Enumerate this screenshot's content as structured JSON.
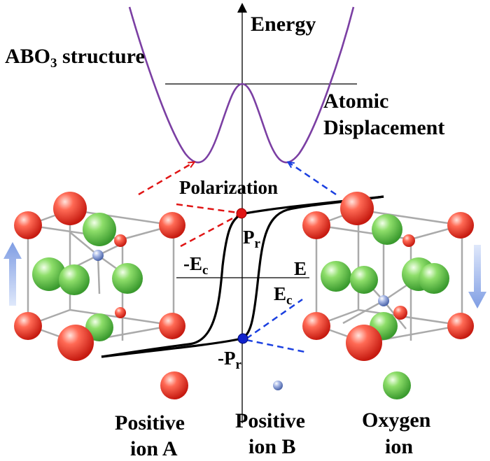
{
  "energy_curve": {
    "y_axis_label": "Energy",
    "x_axis_label_line1": "Atomic",
    "x_axis_label_line2": "Displacement"
  },
  "structure_title": {
    "main": "ABO",
    "subscript": "3",
    "rest": " structure"
  },
  "hysteresis": {
    "y_axis_label": "Polarization",
    "x_axis_label": "E",
    "remanent_pos": {
      "main": "P",
      "sub": "r"
    },
    "remanent_neg": {
      "main": "-P",
      "sub": "r"
    },
    "coercive_neg": {
      "main": "-E",
      "sub": "c"
    },
    "coercive_pos": {
      "main": "E",
      "sub": "c"
    }
  },
  "legend": [
    {
      "line1": "Positive",
      "line2": "ion A",
      "color": "#e8392a"
    },
    {
      "line1": "Positive",
      "line2": "ion B",
      "color": "#6f86c4"
    },
    {
      "line1": "Oxygen",
      "line2": "ion",
      "color": "#4cb944"
    }
  ],
  "colors": {
    "energy_curve": "#7b3fa3",
    "positive_ion_a": "#e8392a",
    "positive_ion_b": "#6f86c4",
    "oxygen_ion": "#4cb944",
    "up_arrow": "#8fa9e6",
    "remanent_pos_dot": "#e01515",
    "remanent_neg_dot": "#1122cc",
    "guide_red": "#e01515",
    "guide_blue": "#1a3fe0"
  }
}
